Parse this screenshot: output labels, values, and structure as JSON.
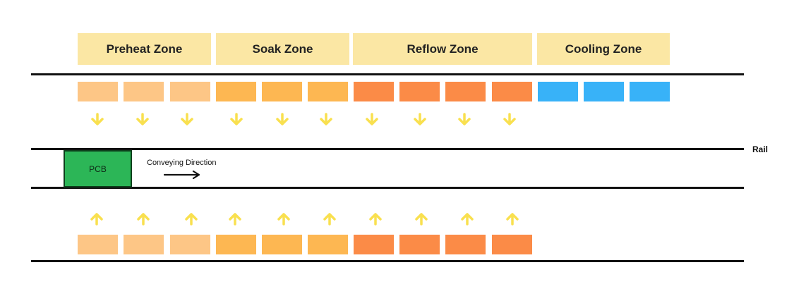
{
  "zones": [
    {
      "label": "Preheat Zone",
      "color": "#fbe7a4"
    },
    {
      "label": "Soak Zone",
      "color": "#fbe7a4"
    },
    {
      "label": "Reflow Zone",
      "color": "#fbe7a4"
    },
    {
      "label": "Cooling Zone",
      "color": "#fbe7a4"
    }
  ],
  "heater_colors": {
    "preheat": "#fdc686",
    "soak": "#fdb752",
    "reflow": "#fb8b47",
    "cooling": "#38b2f8"
  },
  "arrow_color": "#f9e04f",
  "pcb": {
    "label": "PCB",
    "color": "#2cb657"
  },
  "conveying_label": "Conveying Direction",
  "rail_label": "Rail"
}
